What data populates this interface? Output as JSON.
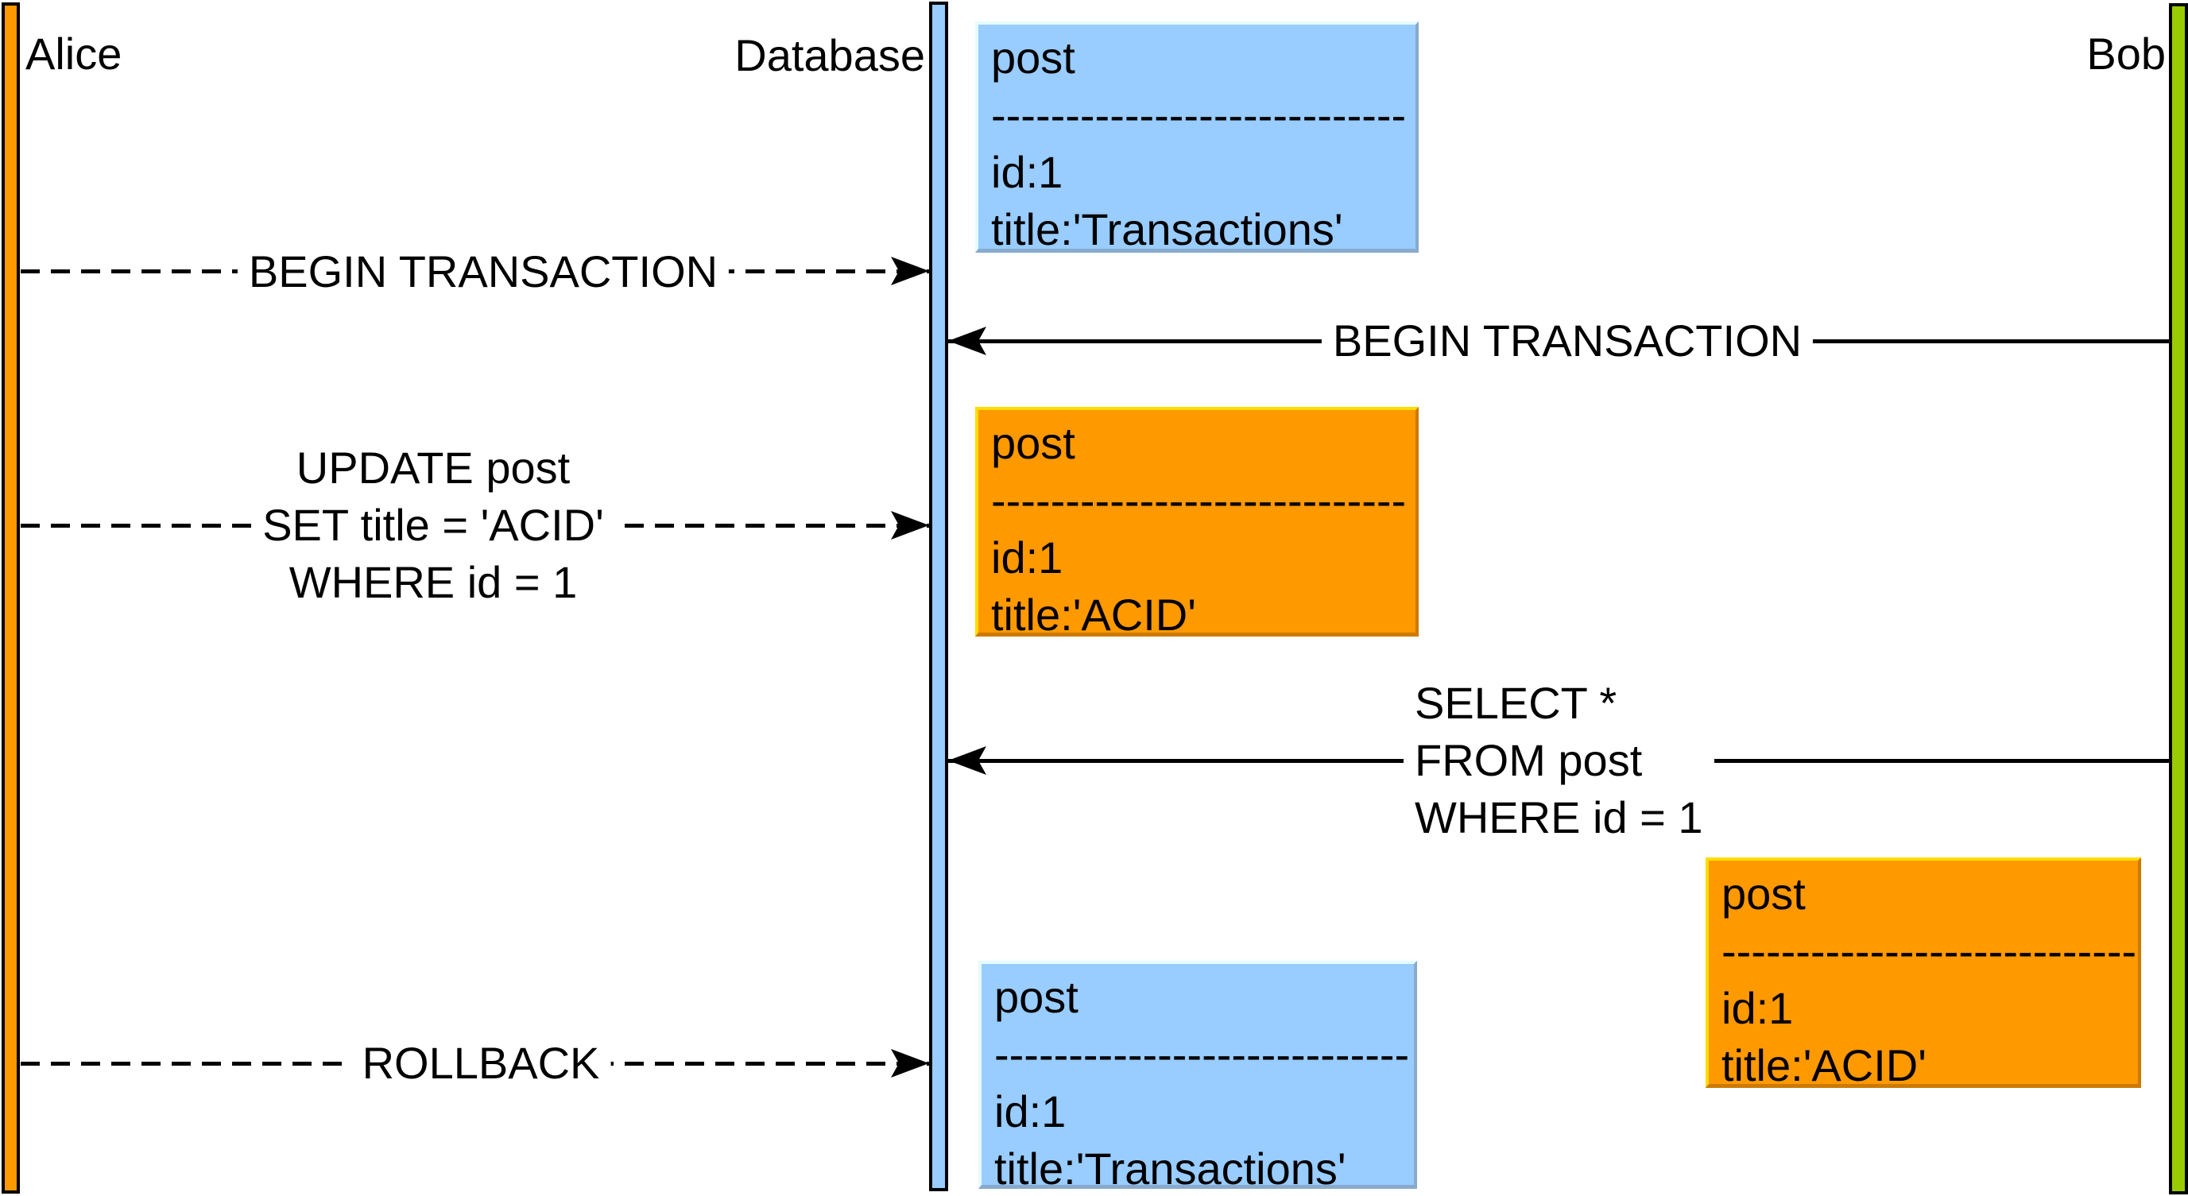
{
  "colors": {
    "orange-fill": "#FF9900",
    "orange-highlight": "#FFDD00",
    "orange-shadow": "#CC7A00",
    "blue-fill": "#99CCFF",
    "blue-highlight": "#E4FBFF",
    "blue-shadow": "#88AACC",
    "green-fill": "#99CC00",
    "line-black": "#000000"
  },
  "actors": [
    {
      "name": "Alice",
      "lifeline_color": "#FF9900"
    },
    {
      "name": "Database",
      "lifeline_color": "#99CCFF"
    },
    {
      "name": "Bob",
      "lifeline_color": "#99CC00"
    }
  ],
  "messages": [
    {
      "from": "Alice",
      "to": "Database",
      "line_style": "dashed",
      "lines": [
        "BEGIN TRANSACTION"
      ]
    },
    {
      "from": "Bob",
      "to": "Database",
      "line_style": "solid",
      "lines": [
        "BEGIN TRANSACTION"
      ]
    },
    {
      "from": "Alice",
      "to": "Database",
      "line_style": "dashed",
      "lines": [
        "UPDATE post",
        "SET title = 'ACID'",
        "WHERE id = 1"
      ]
    },
    {
      "from": "Bob",
      "to": "Database",
      "line_style": "solid",
      "lines": [
        "SELECT *",
        "FROM post",
        "WHERE id = 1"
      ]
    },
    {
      "from": "Alice",
      "to": "Database",
      "line_style": "dashed",
      "lines": [
        "ROLLBACK"
      ]
    }
  ],
  "state_boxes": [
    {
      "variant": "blue",
      "entity": "post",
      "separator": "----------------------------",
      "fields": [
        "id:1",
        "title:'Transactions'"
      ]
    },
    {
      "variant": "orange",
      "entity": "post",
      "separator": "----------------------------",
      "fields": [
        "id:1",
        "title:'ACID'"
      ]
    },
    {
      "variant": "orange",
      "entity": "post",
      "separator": "----------------------------",
      "fields": [
        "id:1",
        "title:'ACID'"
      ]
    },
    {
      "variant": "blue",
      "entity": "post",
      "separator": "----------------------------",
      "fields": [
        "id:1",
        "title:'Transactions'"
      ]
    }
  ]
}
